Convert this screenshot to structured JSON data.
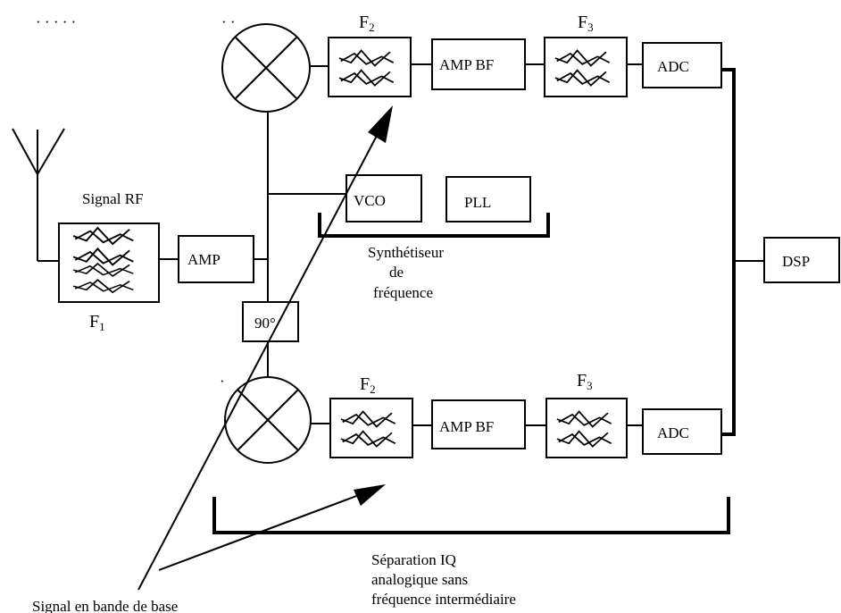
{
  "labels": {
    "signal_rf": "Signal RF",
    "f1": "F",
    "f1_sub": "1",
    "amp": "AMP",
    "phase_shifter": "90°",
    "vco": "VCO",
    "pll": "PLL",
    "synth_line1": "Synthétiseur",
    "synth_line2": "de",
    "synth_line3": "fréquence",
    "f2": "F",
    "f2_sub": "2",
    "f3": "F",
    "f3_sub": "3",
    "amp_bf": "AMP BF",
    "adc": "ADC",
    "dsp": "DSP",
    "iq_line1": "Séparation  IQ",
    "iq_line2": "analogique sans",
    "iq_line3": "fréquence intermédiaire",
    "baseband": "Signal en bande de base"
  }
}
